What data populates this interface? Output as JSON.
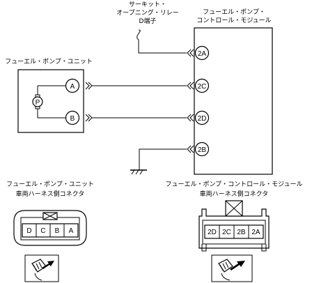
{
  "circuit_opening_relay": {
    "line1": "サーキット・",
    "line2": "オープニング・リレー",
    "line3": "D端子"
  },
  "control_module": {
    "line1": "フューエル・ポンプ・",
    "line2": "コントロール・モジュール",
    "pins": [
      "2A",
      "2C",
      "2D",
      "2B"
    ]
  },
  "pump_unit": {
    "title": "フューエル・ポンプ・ユニット",
    "pins": [
      "A",
      "B"
    ],
    "motor_symbol": "P"
  },
  "left_connector": {
    "line1": "フューエル・ポンプ・ユニット",
    "line2": "車両ハーネス側コネクタ",
    "pins": [
      "D",
      "C",
      "B",
      "A"
    ]
  },
  "right_connector": {
    "line1": "フューエル・ポンプ・コントロール・モジュール",
    "line2": "車両ハーネス側コネクタ",
    "pins": [
      "2D",
      "2C",
      "2B",
      "2A"
    ]
  },
  "icons": {
    "ground": "ground-icon",
    "motor": "pump-motor-icon",
    "probe": "tester-probe-icon"
  }
}
